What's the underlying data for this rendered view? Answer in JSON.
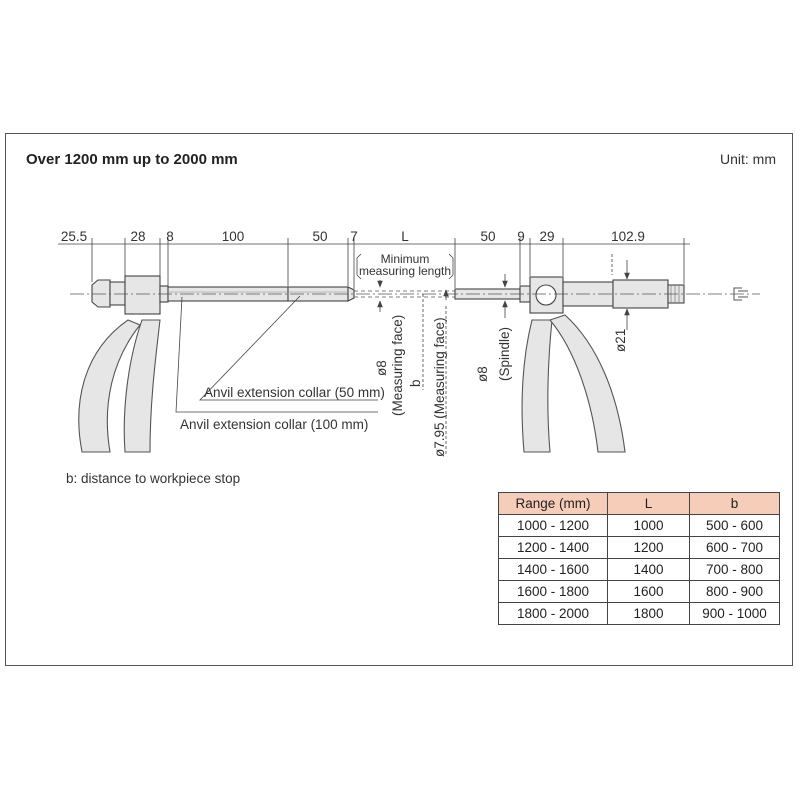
{
  "header": {
    "title": "Over 1200 mm up to 2000 mm",
    "unit": "Unit: mm"
  },
  "dimensions": {
    "left": [
      "25.5",
      "28",
      "8",
      "100",
      "50",
      "7"
    ],
    "center": "L",
    "right": [
      "50",
      "9",
      "29",
      "102.9"
    ],
    "min_length_line1": "Minimum",
    "min_length_line2": "measuring length",
    "dia_spindle_head": "ø21"
  },
  "annotations": {
    "anvil_collar_50": "Anvil extension collar (50 mm)",
    "anvil_collar_100": "Anvil extension collar (100 mm)",
    "measuring_face_left": "ø8",
    "measuring_face_left_sub": "(Measuring face)",
    "b_label": "b",
    "measuring_face_right": "ø7.95 (Measuring face)",
    "spindle_dia": "ø8",
    "spindle_sub": "(Spindle)"
  },
  "note": "b: distance to workpiece stop",
  "range_table": {
    "headers": [
      "Range (mm)",
      "L",
      "b"
    ],
    "rows": [
      [
        "1000 - 1200",
        "1000",
        "500 - 600"
      ],
      [
        "1200 - 1400",
        "1200",
        "600 - 700"
      ],
      [
        "1400 - 1600",
        "1400",
        "700 - 800"
      ],
      [
        "1600 - 1800",
        "1600",
        "800 - 900"
      ],
      [
        "1800 - 2000",
        "1800",
        "900 - 1000"
      ]
    ]
  },
  "colors": {
    "header_fill": "#f6cdb9",
    "part_fill": "#e6e6e6",
    "line": "#444444"
  }
}
